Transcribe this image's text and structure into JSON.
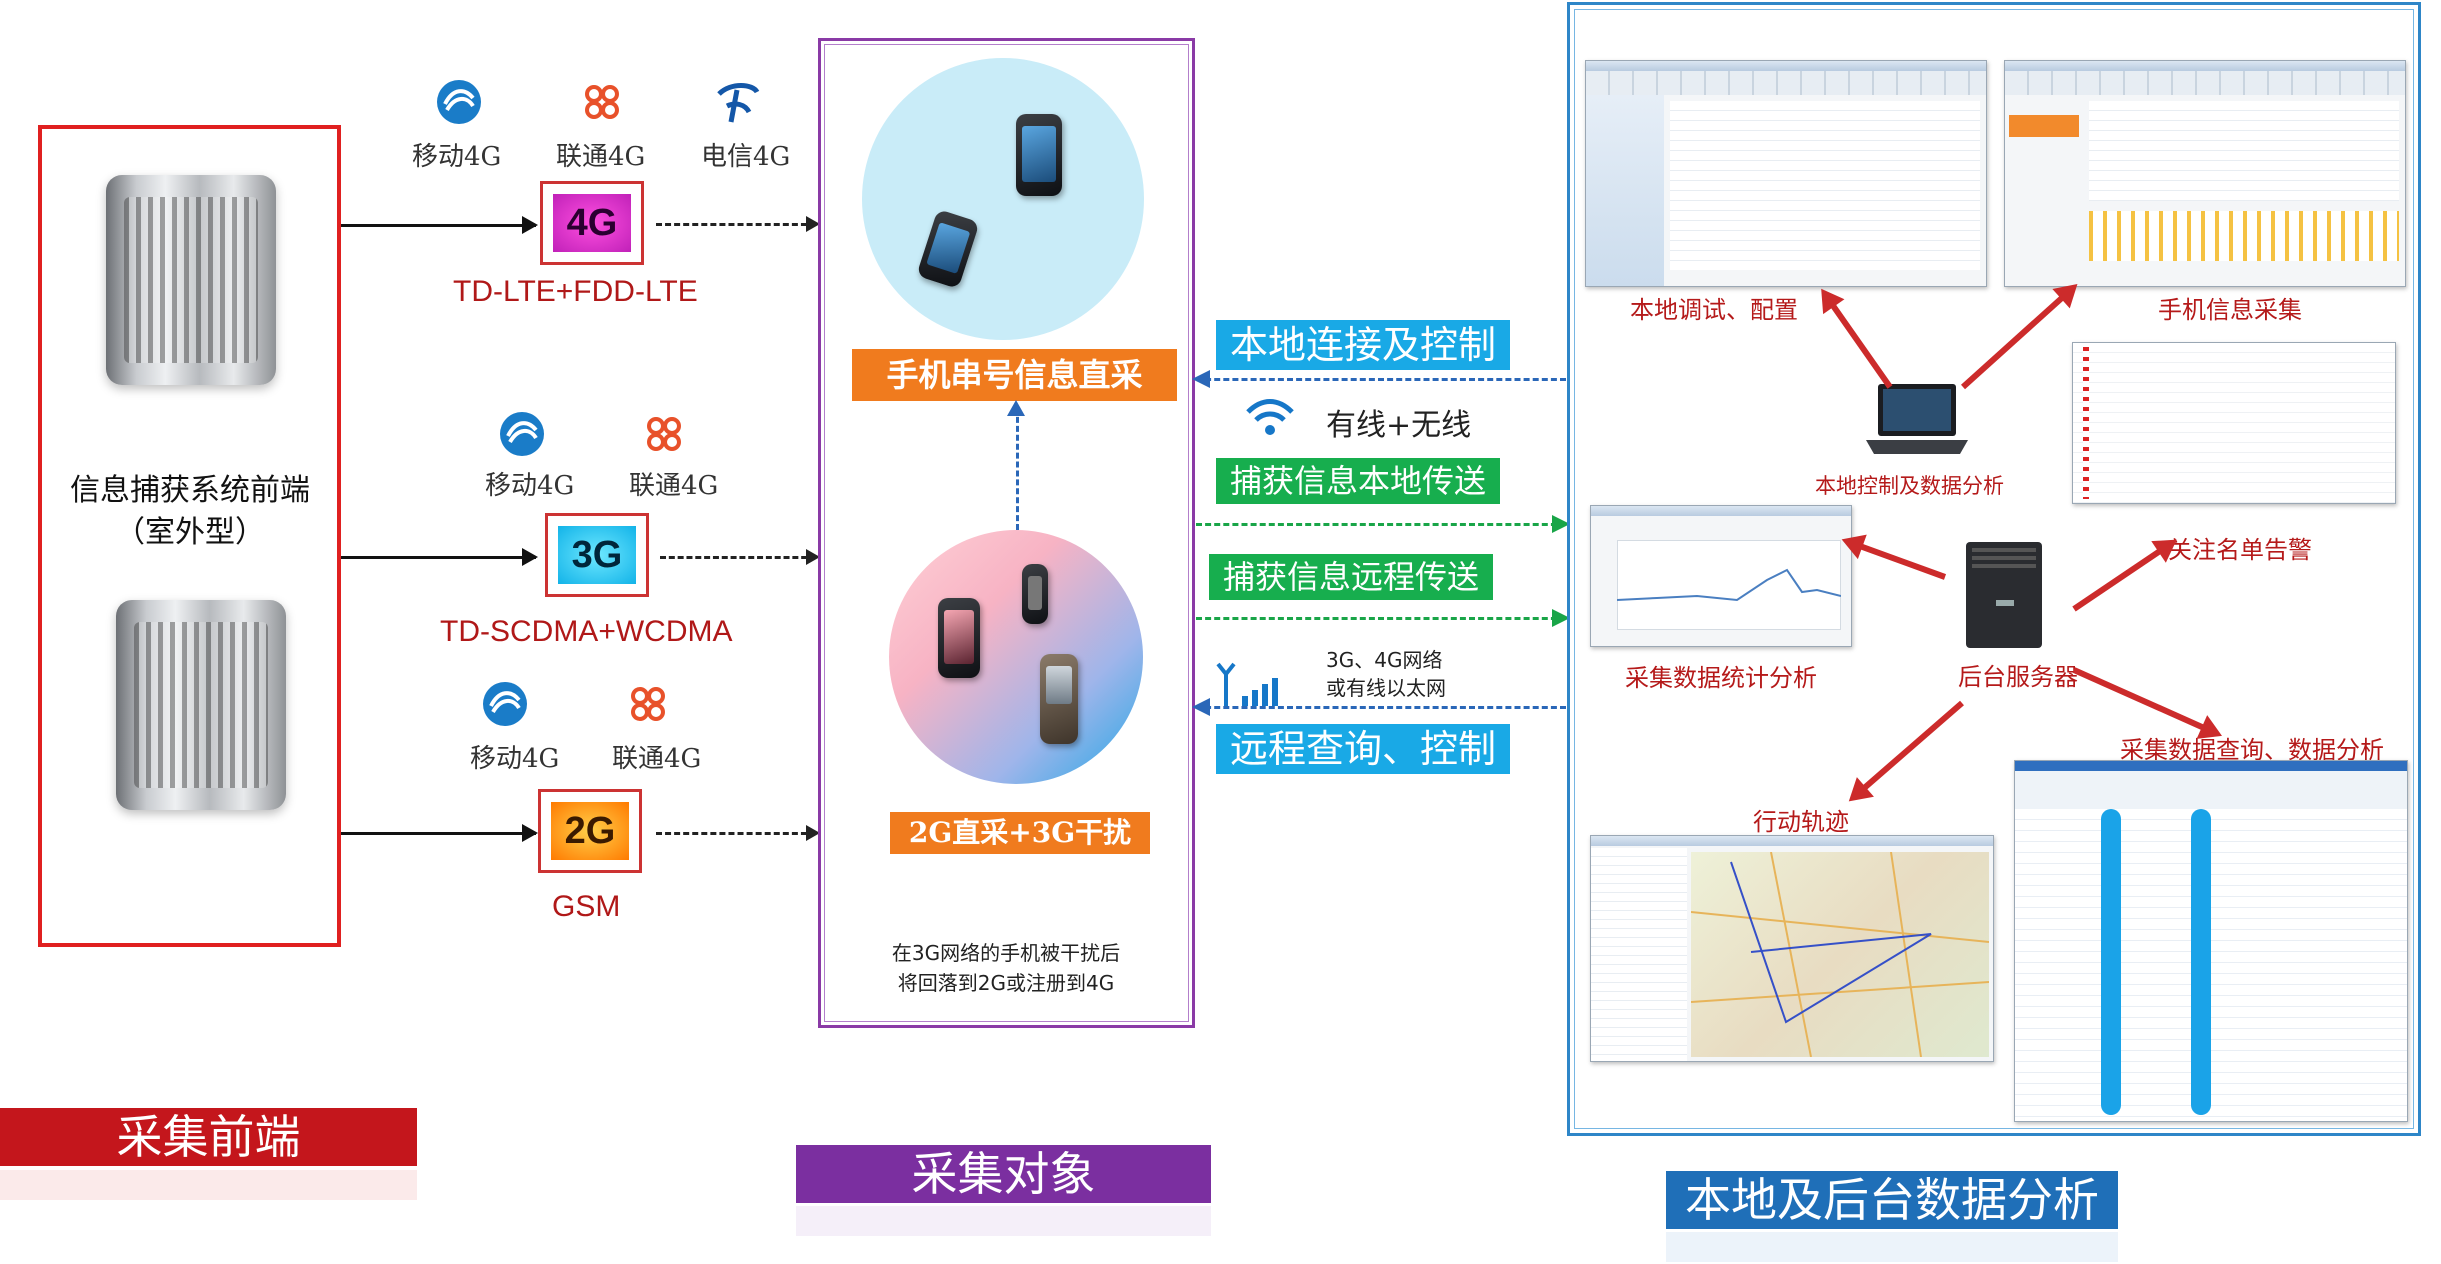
{
  "sections": {
    "front": "采集前端",
    "target": "采集对象",
    "backend": "本地及后台数据分析"
  },
  "front": {
    "device_label": "信息捕获系统前端（室外型）",
    "rows": [
      {
        "operators": [
          "移动4G",
          "联通4G",
          "电信4G"
        ],
        "generation": "4G",
        "standard": "TD-LTE+FDD-LTE"
      },
      {
        "operators": [
          "移动4G",
          "联通4G"
        ],
        "generation": "3G",
        "standard": "TD-SCDMA+WCDMA"
      },
      {
        "operators": [
          "移动4G",
          "联通4G"
        ],
        "generation": "2G",
        "standard": "GSM"
      }
    ]
  },
  "target": {
    "top_label": "手机串号信息直采",
    "bottom_label": "2G直采+3G干扰",
    "note_line1": "在3G网络的手机被干扰后",
    "note_line2": "将回落到2G或注册到4G"
  },
  "links": {
    "local_control": "本地连接及控制",
    "wired_wireless": "有线+无线",
    "local_transfer": "捕获信息本地传送",
    "remote_transfer": "捕获信息远程传送",
    "network_line1": "3G、4G网络",
    "network_line2": "或有线以太网",
    "remote_query": "远程查询、控制"
  },
  "backend": {
    "local_debug": "本地调试、配置",
    "phone_collect": "手机信息采集",
    "local_control": "本地控制及数据分析",
    "stats": "采集数据统计分析",
    "server": "后台服务器",
    "watchlist": "关注名单告警",
    "track": "行动轨迹",
    "query": "采集数据查询、数据分析"
  },
  "colors": {
    "front_red": "#e02020",
    "target_purple": "#7b2fa0",
    "backend_blue": "#1f6fb8",
    "link_blue": "#19a9e6",
    "link_green": "#17ae4e",
    "label_orange": "#f07b1e"
  }
}
